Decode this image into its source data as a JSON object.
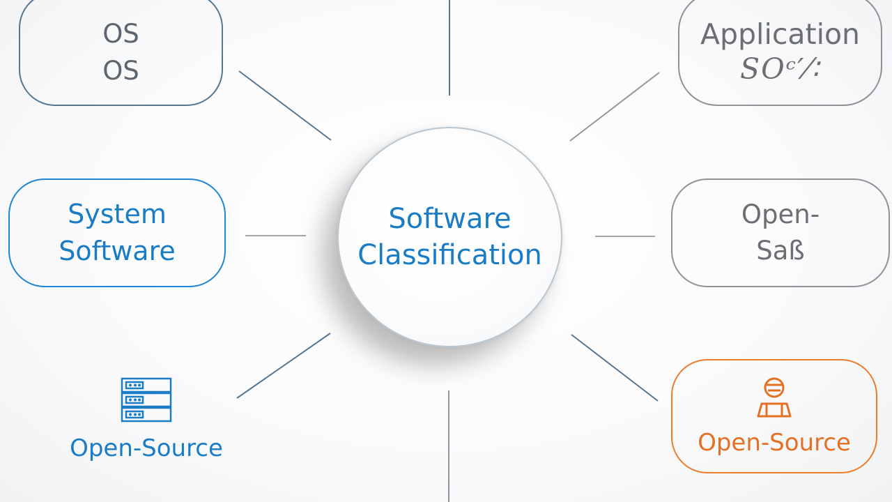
{
  "hub": {
    "line_1": "Software",
    "line_2": "Classification"
  },
  "nodes": {
    "os": {
      "line_1": "OS",
      "line_2": "OS"
    },
    "application": {
      "line_1": "Application",
      "line_2": "SOᶜ′⁄∶"
    },
    "system_software": {
      "line_1": "System",
      "line_2": "Software"
    },
    "open_sab": {
      "line_1": "Open-",
      "line_2": "Saß"
    },
    "open_source_left": {
      "label": "Open-Source",
      "icon": "server-icon"
    },
    "open_source_right": {
      "label": "Open-Source",
      "icon": "user-icon"
    }
  },
  "colors": {
    "blue": "#1a7cc4",
    "orange": "#e47024",
    "gray": "#8e9296",
    "slate": "#56758f",
    "connector": "#8e969e"
  }
}
